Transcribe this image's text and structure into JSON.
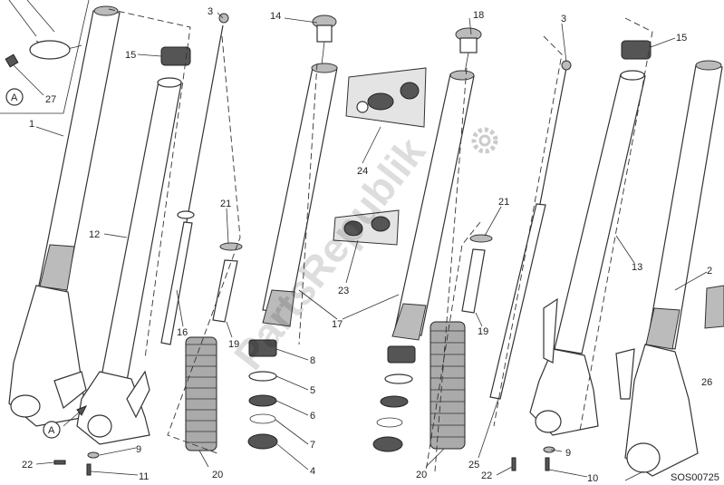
{
  "diagram": {
    "code": "SOS00725",
    "watermark": "PartsRepublik",
    "detail_marker": "A",
    "labels": {
      "l27": "27",
      "l1": "1",
      "l15a": "15",
      "l12": "12",
      "l16": "16",
      "l3a": "3",
      "l14": "14",
      "l21a": "21",
      "l19a": "19",
      "l24": "24",
      "l23": "23",
      "l17": "17",
      "l8": "8",
      "l5": "5",
      "l6": "6",
      "l7": "7",
      "l4": "4",
      "l20a": "20",
      "l9a": "9",
      "l11": "11",
      "l22a": "22",
      "l18": "18",
      "l3b": "3",
      "l15b": "15",
      "l21b": "21",
      "l19b": "19",
      "l20b": "20",
      "l25": "25",
      "l13": "13",
      "l2": "2",
      "l26": "26",
      "l9b": "9",
      "l22b": "22",
      "l10": "10"
    }
  }
}
